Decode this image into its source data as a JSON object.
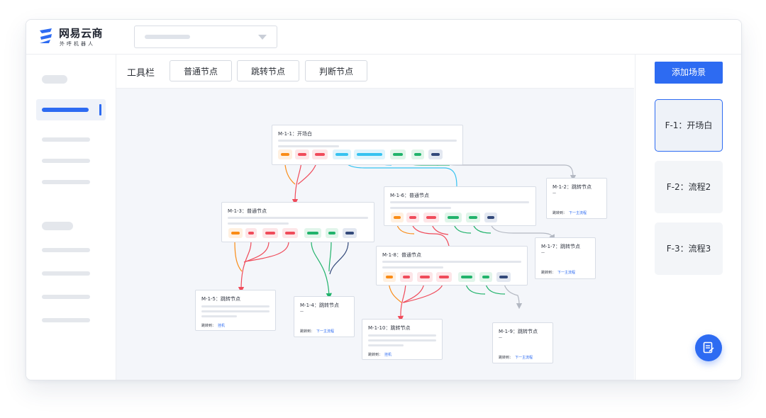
{
  "app": {
    "logo_name": "网易云商",
    "logo_sub": "外呼机器人"
  },
  "toolbar": {
    "label": "工具栏",
    "buttons": [
      "普通节点",
      "跳转节点",
      "判断节点"
    ]
  },
  "right_panel": {
    "add_label": "添加场景",
    "scenes": [
      "F-1：开场白",
      "F-2：流程2",
      "F-3：流程3"
    ],
    "active_scene": "F-1：开场白"
  },
  "nodes": {
    "m111": {
      "title": "M-1-1：开场白"
    },
    "m113": {
      "title": "M-1-3：普通节点"
    },
    "m116": {
      "title": "M-1-6：普通节点"
    },
    "m112": {
      "title": "M-1-2：跳转节点",
      "dash": "—",
      "jump_label": "跳转到：",
      "jump_target": "下一主流程"
    },
    "m117": {
      "title": "M-1-7：跳转节点",
      "dash": "—",
      "jump_label": "跳转到：",
      "jump_target": "下一主流程"
    },
    "m118": {
      "title": "M-1-8：普通节点"
    },
    "m115": {
      "title": "M-1-5：跳转节点",
      "jump_label": "跳转到：",
      "jump_target": "挂机"
    },
    "m114": {
      "title": "M-1-4：跳转节点",
      "dash": "—",
      "jump_label": "跳转到：",
      "jump_target": "下一主流程"
    },
    "m1110": {
      "title": "M-1-10：跳转节点",
      "jump_label": "跳转到：",
      "jump_target": "挂机"
    },
    "m119": {
      "title": "M-1-9：跳转节点",
      "dash": "—",
      "jump_label": "跳转到：",
      "jump_target": "下一主流程"
    }
  },
  "colors": {
    "accent": "#2d6bf2",
    "orange": "#fa8c16",
    "red": "#f04b5a",
    "cyan": "#36c2f0",
    "green": "#21b36b",
    "navy": "#33497a",
    "gray": "#b3b8c2"
  },
  "icons": {
    "fab": "note-edit-icon",
    "select_caret": "caret-down-icon"
  }
}
